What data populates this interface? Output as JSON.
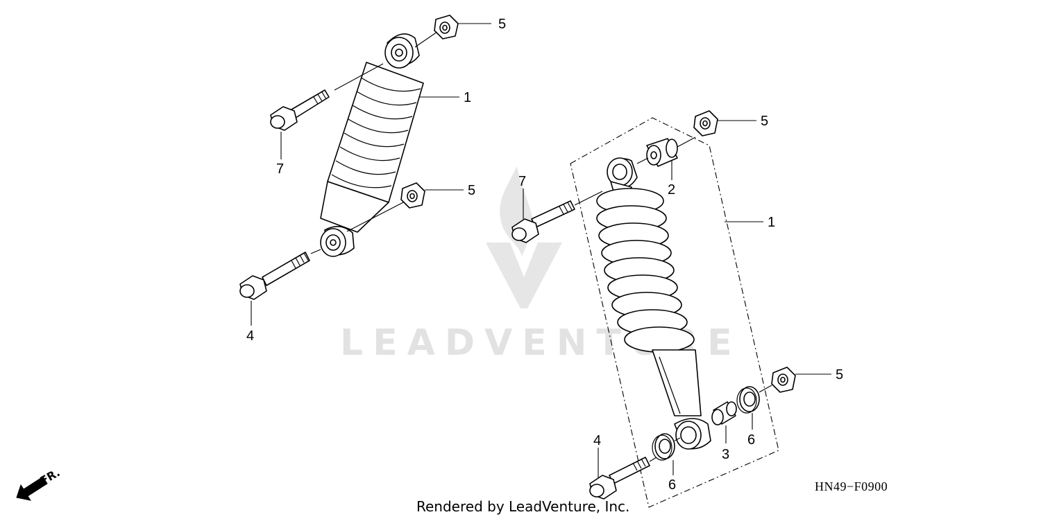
{
  "watermark": {
    "text": "LEADVENTURE"
  },
  "diagram_code": "HN49−F0900",
  "footer": "Rendered by LeadVenture, Inc.",
  "direction_label": "FR.",
  "callouts": {
    "left_top_nut": "5",
    "left_shock": "1",
    "left_upper_bolt": "7",
    "left_lower_nut": "5",
    "left_lower_bolt": "4",
    "right_top_nut": "5",
    "right_bushing": "2",
    "right_upper_bolt": "7",
    "right_assembly": "1",
    "right_lower_nut": "5",
    "right_collar_6b": "6",
    "right_collar_3": "3",
    "right_lower_bolt": "4",
    "right_collar_6a": "6"
  },
  "colors": {
    "line": "#000000",
    "watermark": "#e2e2e2",
    "background": "#ffffff"
  }
}
